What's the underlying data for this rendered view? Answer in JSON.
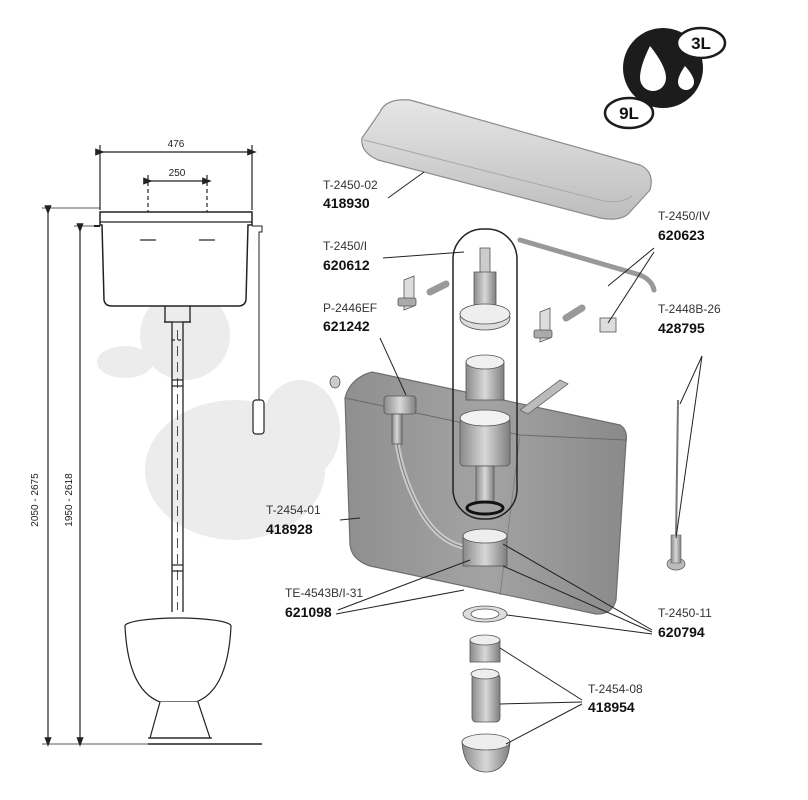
{
  "dimensions": {
    "width_top": "476",
    "width_inner": "250",
    "height_outer": "2050 - 2675",
    "height_inner": "1950 - 2618"
  },
  "badge": {
    "large_volume": "9L",
    "small_volume": "3L"
  },
  "parts": [
    {
      "code": "T-2450-02",
      "number": "418930"
    },
    {
      "code": "T-2450/I",
      "number": "620612"
    },
    {
      "code": "P-2446EF",
      "number": "621242"
    },
    {
      "code": "T-2454-01",
      "number": "418928"
    },
    {
      "code": "TE-4543B/I-31",
      "number": "621098"
    },
    {
      "code": "T-2450/IV",
      "number": "620623"
    },
    {
      "code": "T-2448B-26",
      "number": "428795"
    },
    {
      "code": "T-2450-11",
      "number": "620794"
    },
    {
      "code": "T-2454-08",
      "number": "418954"
    }
  ],
  "colors": {
    "tank_body": "#9a9a9a",
    "lid": "#d4d4d4",
    "duck_watermark": "#ececec",
    "line": "#222222"
  }
}
